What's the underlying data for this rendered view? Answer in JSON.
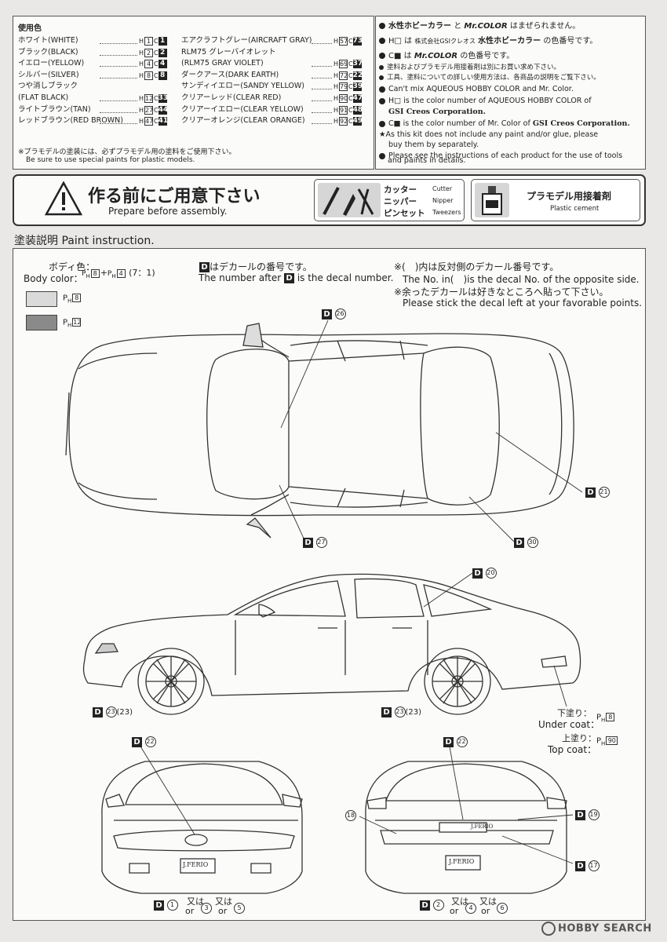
{
  "colors_panel": {
    "title": "使用色",
    "left_list": [
      {
        "name": "ホワイト(WHITE)",
        "h": "1",
        "c": "1"
      },
      {
        "name": "ブラック(BLACK)",
        "h": "2",
        "c": "2"
      },
      {
        "name": "イエロー(YELLOW)",
        "h": "4",
        "c": "4"
      },
      {
        "name": "シルバー(SILVER)",
        "h": "8",
        "c": "8"
      },
      {
        "name": "つや消しブラック",
        "h": "",
        "c": ""
      },
      {
        "name": "(FLAT BLACK)",
        "h": "12",
        "c": "33"
      },
      {
        "name": "ライトブラウン(TAN)",
        "h": "27",
        "c": "44"
      },
      {
        "name": "レッドブラウン(RED BROWN)",
        "h": "47",
        "c": "41"
      }
    ],
    "right_list": [
      {
        "name": "エアクラフトグレー(AIRCRAFT GRAY)",
        "h": "57",
        "c": "73"
      },
      {
        "name": "RLM75 グレーバイオレット",
        "h": "",
        "c": ""
      },
      {
        "name": "(RLM75 GRAY VIOLET)",
        "h": "69",
        "c": "37"
      },
      {
        "name": "ダークアース(DARK EARTH)",
        "h": "72",
        "c": "22"
      },
      {
        "name": "サンディイエロー(SANDY YELLOW)",
        "h": "79",
        "c": "39"
      },
      {
        "name": "クリアーレッド(CLEAR RED)",
        "h": "90",
        "c": "47"
      },
      {
        "name": "クリアーイエロー(CLEAR YELLOW)",
        "h": "91",
        "c": "48"
      },
      {
        "name": "クリアーオレンジ(CLEAR ORANGE)",
        "h": "92",
        "c": "49"
      }
    ],
    "note_jp": "※プラモデルの塗装には、必ずプラモデル用の塗料をご使用下さい。",
    "note_en": "Be sure to use special paints for plastic models.",
    "h_letter": "H",
    "c_letter": "C"
  },
  "info_panel": {
    "line1_pre": "水性ホビーカラー",
    "line1_mid": "と",
    "line1_brand": "Mr.COLOR",
    "line1_post": "はまぜられません。",
    "line2_pre": "H□",
    "line2_mid": "は",
    "line2_maker": "株式会社GSIクレオス",
    "line2_brand": "水性ホビーカラー",
    "line2_post": "の色番号です。",
    "line3_pre": "C■",
    "line3_mid": "は",
    "line3_brand": "Mr.COLOR",
    "line3_post": "の色番号です。",
    "jp_note1": "塗料およびプラモデル用接着剤は別にお買い求め下さい。",
    "jp_note2": "工具、塗料についての詳しい使用方法は、各商品の説明をご覧下さい。",
    "en1": "Can't mix AQUEOUS HOBBY COLOR and Mr. Color.",
    "en2a": "H□ is the color number of AQUEOUS HOBBY COLOR of",
    "en2b": "GSI Creos Corporation.",
    "en3a": "C■ is the color number of Mr. Color of",
    "en3b": "GSI Creos Corporation.",
    "en4a": "★As this kit does not include any paint and/or glue, please",
    "en4b": "buy them by separately.",
    "en5a": "Please see the instructions of each product for the use of tools",
    "en5b": "and paints in details."
  },
  "prepare": {
    "title_jp": "作る前にご用意下さい",
    "title_en": "Prepare before assembly.",
    "tools": [
      {
        "jp": "カッター",
        "en": "Cutter"
      },
      {
        "jp": "ニッパー",
        "en": "Nipper"
      },
      {
        "jp": "ピンセット",
        "en": "Tweezers"
      }
    ],
    "cement_jp": "プラモデル用接着剤",
    "cement_en": "Plastic cement"
  },
  "paint": {
    "header": "塗装説明 Paint instruction.",
    "body_jp": "ボディ色：",
    "body_en": "Body color：",
    "body_mix_a": "8",
    "body_mix_b": "4",
    "body_ratio": "(7：1)",
    "swatches": [
      {
        "color": "#dadada",
        "num": "8"
      },
      {
        "color": "#8a8a8a",
        "num": "12"
      }
    ],
    "decal_jp": "はデカールの番号です。",
    "decal_en_pre": "The number after",
    "decal_en_post": "is the decal number.",
    "opp_jp": "※(　)内は反対側のデカール番号です。",
    "opp_en": "The No. in(　)is the decal No. of the opposite side.",
    "extra_jp": "※余ったデカールは好きなところへ貼って下さい。",
    "extra_en": "Please stick the decal left at your favorable points.",
    "callouts": {
      "d26": "26",
      "d21": "21",
      "d27": "27",
      "d30": "30",
      "d20": "20",
      "d23a": "23",
      "d23a_opp": "(23)",
      "d23b": "23",
      "d23b_opp": "(23)",
      "d22a": "22",
      "d22b": "22",
      "d18": "18",
      "d19": "19",
      "d17": "17"
    },
    "under_jp": "下塗り：",
    "under_en": "Under coat：",
    "under_num": "8",
    "top_jp": "上塗り：",
    "top_en": "Top coat：",
    "top_num": "90",
    "front_plate": {
      "d1": "1",
      "d3": "3",
      "d5": "5"
    },
    "rear_plate": {
      "d2": "2",
      "d4": "4",
      "d6": "6"
    },
    "mata": "又は",
    "or": "or",
    "d_letter": "D",
    "plate_text": "J.FERIO",
    "trunk_text": "J.FERIO"
  },
  "watermark": "HOBBY SEARCH"
}
